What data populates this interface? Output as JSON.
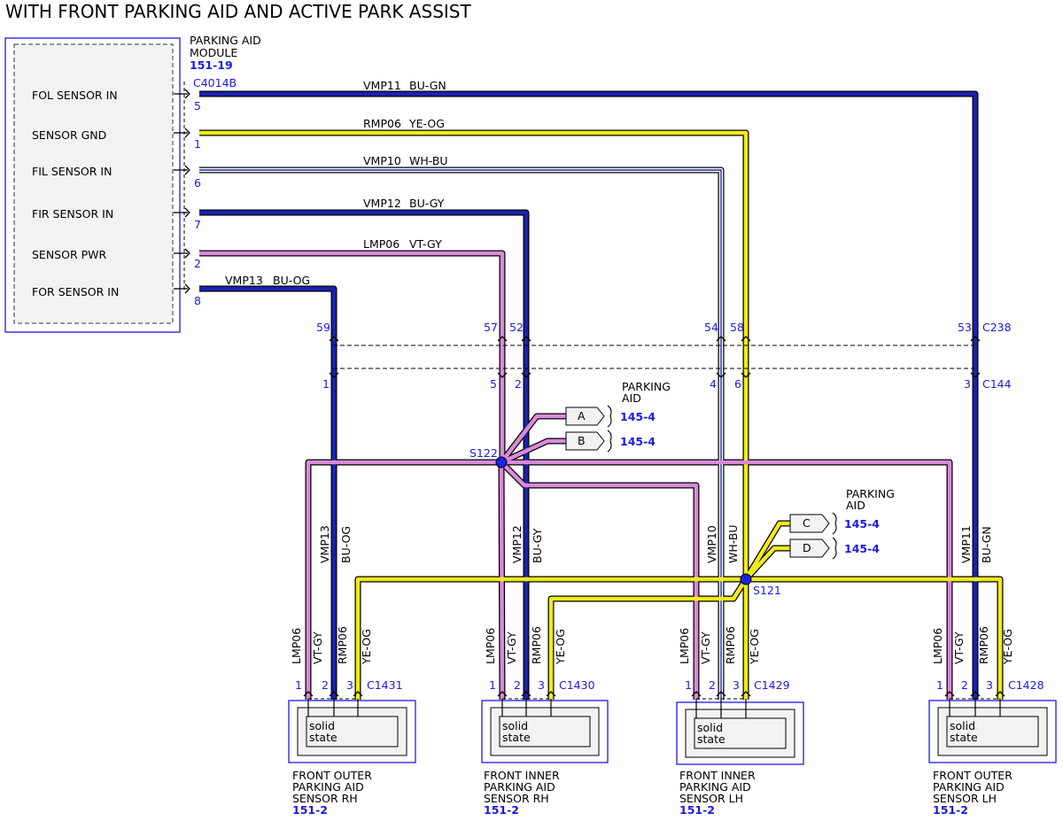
{
  "title": "WITH FRONT PARKING AID AND ACTIVE PARK ASSIST",
  "module": {
    "name_line1": "PARKING AID",
    "name_line2": "MODULE",
    "ref": "151-19",
    "connector": "C4014B",
    "pins": [
      {
        "label": "FOL SENSOR IN",
        "pin": "5"
      },
      {
        "label": "SENSOR GND",
        "pin": "1"
      },
      {
        "label": "FIL SENSOR IN",
        "pin": "6"
      },
      {
        "label": "FIR SENSOR IN",
        "pin": "7"
      },
      {
        "label": "SENSOR PWR",
        "pin": "2"
      },
      {
        "label": "FOR SENSOR IN",
        "pin": "8"
      }
    ]
  },
  "wires": [
    {
      "circuit": "VMP11",
      "color": "BU-GN"
    },
    {
      "circuit": "RMP06",
      "color": "YE-OG"
    },
    {
      "circuit": "VMP10",
      "color": "WH-BU"
    },
    {
      "circuit": "VMP12",
      "color": "BU-GY"
    },
    {
      "circuit": "LMP06",
      "color": "VT-GY"
    },
    {
      "circuit": "VMP13",
      "color": "BU-OG"
    }
  ],
  "inline_connectors": {
    "top_name": "C238",
    "bottom_name": "C144",
    "top_pins": [
      "59",
      "57",
      "52",
      "54",
      "58",
      "53"
    ],
    "bottom_pins": [
      "1",
      "5",
      "2",
      "4",
      "6",
      "3"
    ]
  },
  "splices": [
    {
      "name": "S122"
    },
    {
      "name": "S121"
    }
  ],
  "parking_aid_groups": [
    {
      "line1": "PARKING",
      "line2": "AID",
      "refs": [
        {
          "letter": "A",
          "ref": "145-4"
        },
        {
          "letter": "B",
          "ref": "145-4"
        }
      ]
    },
    {
      "line1": "PARKING",
      "line2": "AID",
      "refs": [
        {
          "letter": "C",
          "ref": "145-4"
        },
        {
          "letter": "D",
          "ref": "145-4"
        }
      ]
    }
  ],
  "sensors": [
    {
      "connector": "C1431",
      "line1": "FRONT OUTER",
      "line2": "PARKING AID",
      "line3": "SENSOR RH",
      "ref": "151-2",
      "pins": [
        "1",
        "2",
        "3"
      ],
      "wire_labels": [
        "LMP06",
        "VT-GY",
        "RMP06",
        "YE-OG"
      ],
      "internal": [
        "solid",
        "state"
      ]
    },
    {
      "connector": "C1430",
      "line1": "FRONT INNER",
      "line2": "PARKING AID",
      "line3": "SENSOR RH",
      "ref": "151-2",
      "pins": [
        "1",
        "2",
        "3"
      ],
      "wire_labels": [
        "LMP06",
        "VT-GY",
        "RMP06",
        "YE-OG"
      ],
      "internal": [
        "solid",
        "state"
      ]
    },
    {
      "connector": "C1429",
      "line1": "FRONT INNER",
      "line2": "PARKING AID",
      "line3": "SENSOR LH",
      "ref": "151-2",
      "pins": [
        "1",
        "2",
        "3"
      ],
      "wire_labels": [
        "LMP06",
        "VT-GY",
        "RMP06",
        "YE-OG"
      ],
      "internal": [
        "solid",
        "state"
      ]
    },
    {
      "connector": "C1428",
      "line1": "FRONT OUTER",
      "line2": "PARKING AID",
      "line3": "SENSOR LH",
      "ref": "151-2",
      "pins": [
        "1",
        "2",
        "3"
      ],
      "wire_labels": [
        "LMP06",
        "VT-GY",
        "RMP06",
        "YE-OG"
      ],
      "internal": [
        "solid",
        "state"
      ]
    }
  ],
  "vertical_wire_labels": [
    {
      "circuit": "VMP13",
      "color": "BU-OG"
    },
    {
      "circuit": "VMP12",
      "color": "BU-GY"
    },
    {
      "circuit": "VMP10",
      "color": "WH-BU"
    },
    {
      "circuit": "VMP11",
      "color": "BU-GN"
    }
  ],
  "colors": {
    "BU": "#1a22b0",
    "YE": "#f2ea1a",
    "VT": "#d98ad9",
    "WH": "#ffffff",
    "border": "#1a1ae6",
    "pin_text": "#1a1ae6"
  }
}
